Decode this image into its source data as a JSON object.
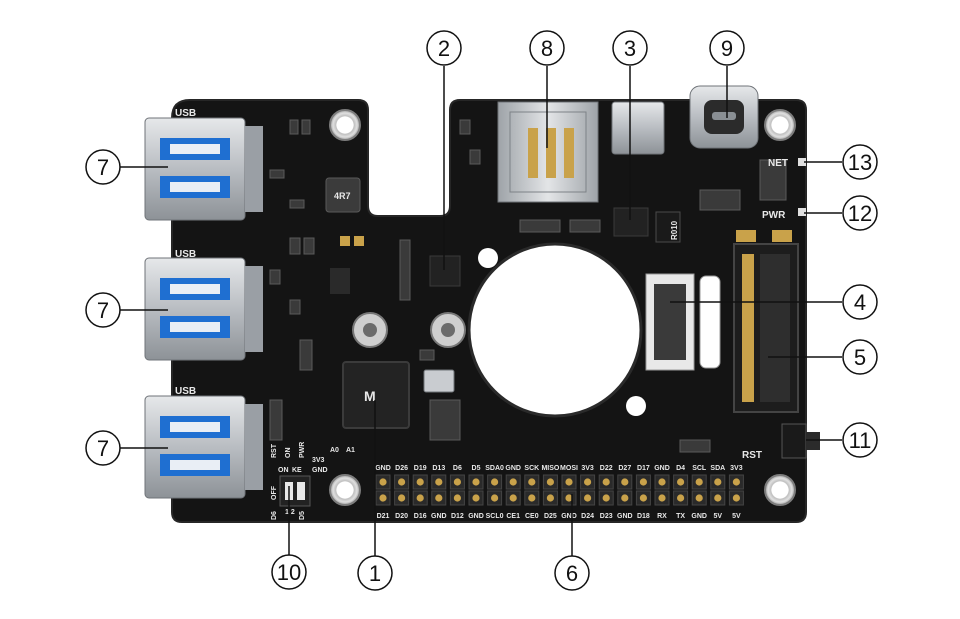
{
  "colors": {
    "pcb": "#141414",
    "pcb_edge": "#222222",
    "silkscreen": "#e8e8e8",
    "metal": "#c9ccd0",
    "metal_dark": "#8e9398",
    "usb_blue": "#1f6fd1",
    "gold": "#c9a24a",
    "callout_stroke": "#111111"
  },
  "board": {
    "usb_labels": [
      "USB",
      "USB",
      "USB"
    ],
    "net_label": "NET",
    "pwr_label": "PWR",
    "rst_label": "RST",
    "dip_labels": {
      "on": "ON",
      "ke": "KE",
      "keys": "1  2",
      "pwr": "PWR",
      "rst": "RST",
      "on2": "ON",
      "off": "OFF",
      "d6": "D6",
      "d5": "D5"
    },
    "small_labels": {
      "v33": "3V3",
      "gnd": "GND",
      "a0": "A0",
      "a1": "A1",
      "ind": "4R7",
      "res": "R010"
    },
    "gpio_top": [
      "GND",
      "D26",
      "D19",
      "D13",
      "D6",
      "D5",
      "SDA0",
      "GND",
      "SCK",
      "MISO",
      "MOSI",
      "3V3",
      "D22",
      "D27",
      "D17",
      "GND",
      "D4",
      "SCL",
      "SDA",
      "3V3"
    ],
    "gpio_bottom": [
      "D21",
      "D20",
      "D16",
      "GND",
      "D12",
      "GND",
      "SCL0",
      "CE1",
      "CE0",
      "D25",
      "GND",
      "D24",
      "D23",
      "GND",
      "D18",
      "RX",
      "TX",
      "GND",
      "5V",
      "5V"
    ]
  },
  "callouts": [
    {
      "id": "1",
      "label": "1"
    },
    {
      "id": "2",
      "label": "2"
    },
    {
      "id": "3",
      "label": "3"
    },
    {
      "id": "4",
      "label": "4"
    },
    {
      "id": "5",
      "label": "5"
    },
    {
      "id": "6",
      "label": "6"
    },
    {
      "id": "7a",
      "label": "7"
    },
    {
      "id": "7b",
      "label": "7"
    },
    {
      "id": "7c",
      "label": "7"
    },
    {
      "id": "8",
      "label": "8"
    },
    {
      "id": "9",
      "label": "9"
    },
    {
      "id": "10",
      "label": "10"
    },
    {
      "id": "11",
      "label": "11"
    },
    {
      "id": "12",
      "label": "12"
    },
    {
      "id": "13",
      "label": "13"
    }
  ]
}
